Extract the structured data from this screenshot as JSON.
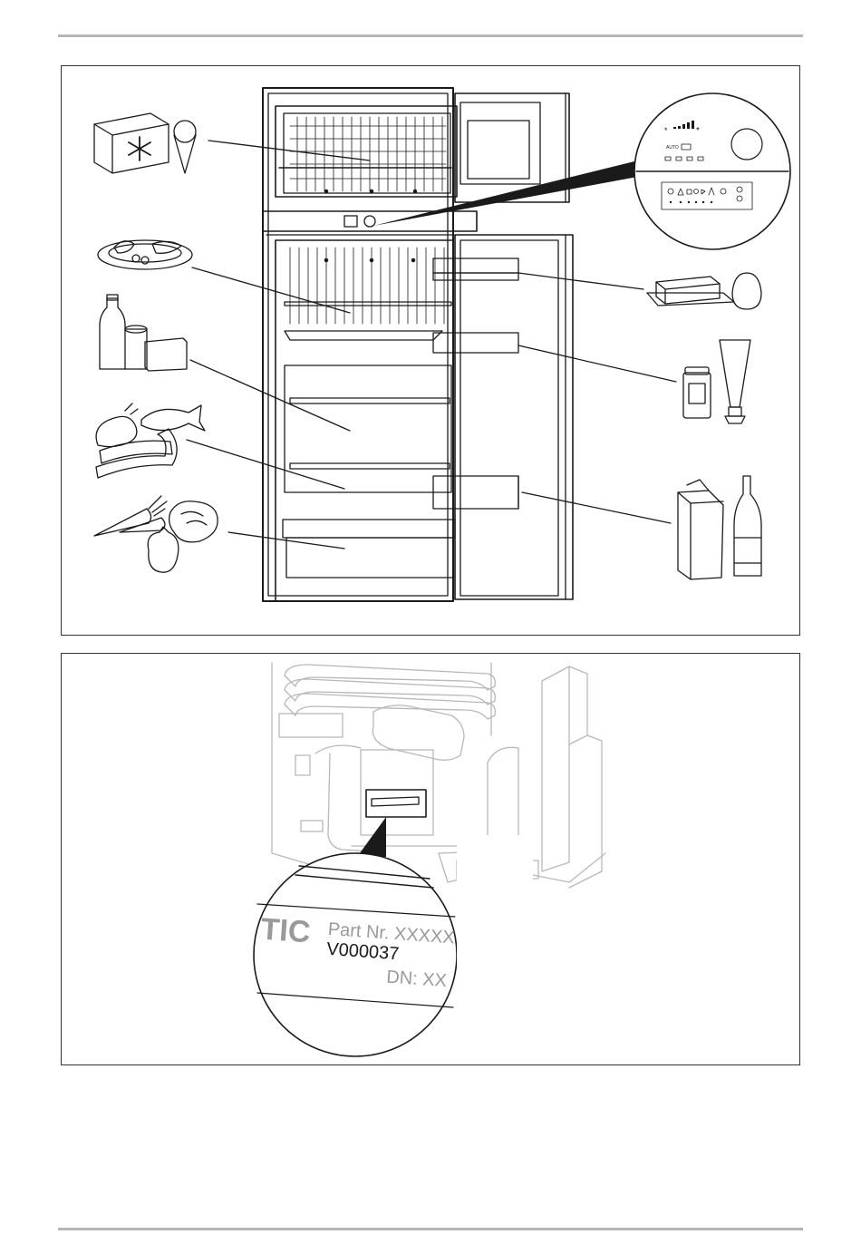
{
  "figure1": {
    "control_panel": {
      "auto_label": "AUTO"
    }
  },
  "figure2": {
    "label_zoom": {
      "brand_fragment": "TIC",
      "part_number_label": "Part Nr. XXXXX",
      "version": "V000037",
      "dn_label": "DN: XX"
    }
  },
  "colors": {
    "line": "#1a1a1a",
    "panel_border": "#333333",
    "rule": "#b5b5b5",
    "faded_text": "#9a9a9a",
    "ghost_drawing": "#b8b8b8"
  }
}
